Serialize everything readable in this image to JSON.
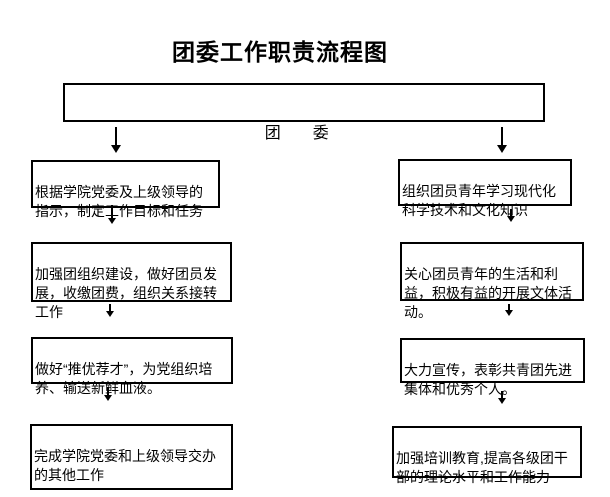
{
  "title": "团委工作职责流程图",
  "root_box": {
    "label": "团　　委"
  },
  "left_column": [
    {
      "text": "根据学院党委及上级领导的\n指示，制定工作目标和任务"
    },
    {
      "text": "加强团组织建设，做好团员发\n展，收缴团费，组织关系接转\n工作"
    },
    {
      "text": "做好“推优荐才”，为党组织培\n养、输送新鲜血液。"
    },
    {
      "text": "完成学院党委和上级领导交办\n的其他工作"
    }
  ],
  "right_column": [
    {
      "text": "组织团员青年学习现代化\n科学技术和文化知识"
    },
    {
      "text": "关心团员青年的生活和利\n益，积极有益的开展文体活\n动。"
    },
    {
      "text": "大力宣传，表彰共青团先进\n集体和优秀个人。"
    },
    {
      "text": "加强培训教育,提高各级团干\n部的理论水平和工作能力"
    }
  ],
  "colors": {
    "background": "#ffffff",
    "border": "#000000",
    "text": "#000000",
    "arrow": "#000000"
  }
}
